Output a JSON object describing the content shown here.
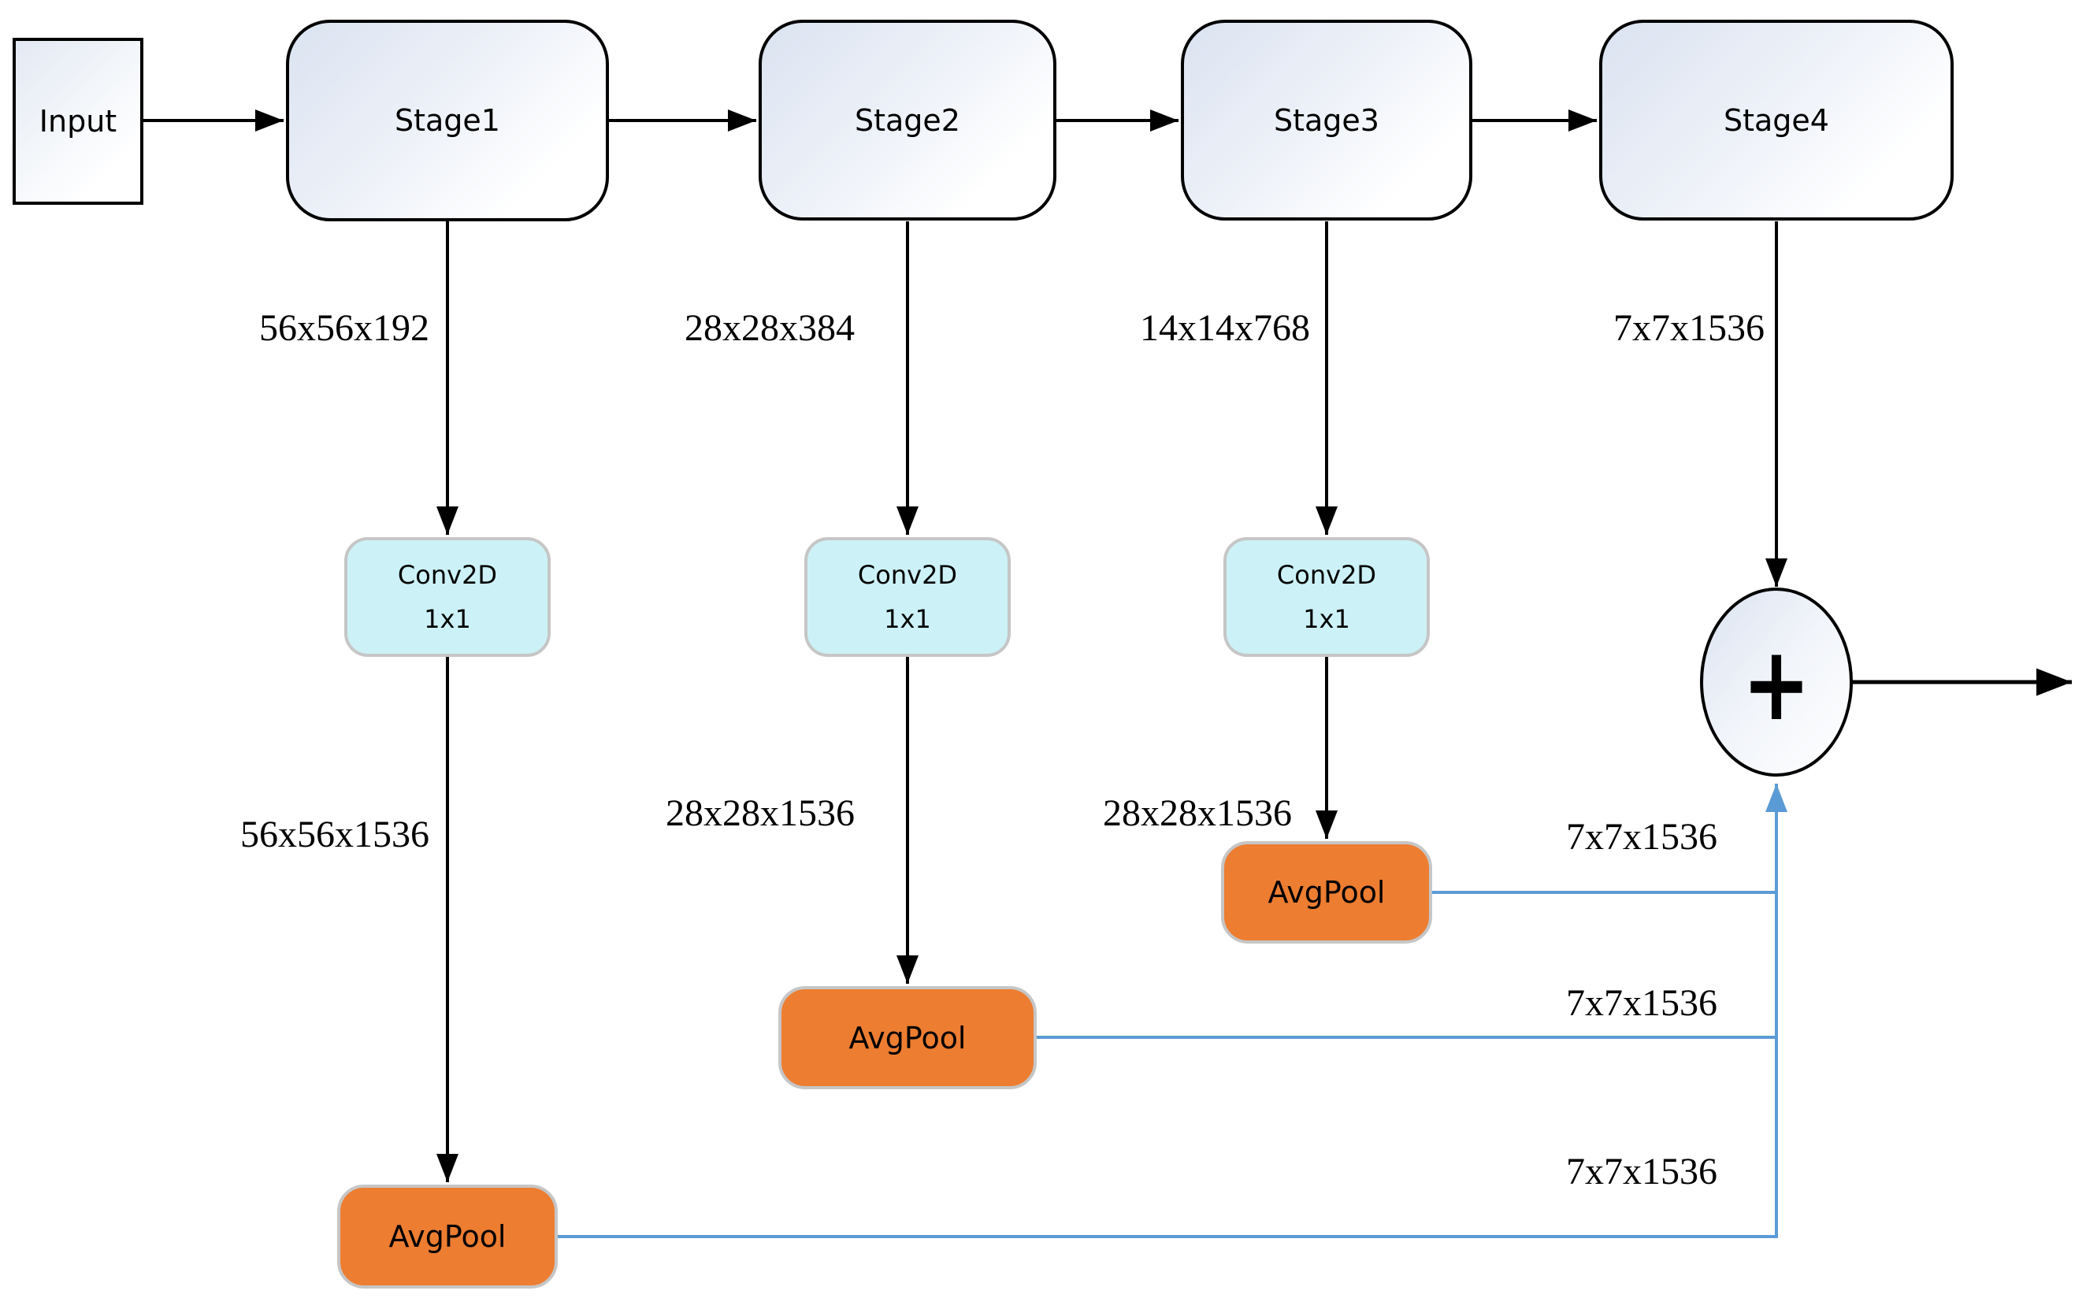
{
  "nodes": {
    "input": "Input",
    "stage1": "Stage1",
    "stage2": "Stage2",
    "stage3": "Stage3",
    "stage4": "Stage4",
    "conv1": {
      "title": "Conv2D",
      "kernel": "1x1"
    },
    "conv2": {
      "title": "Conv2D",
      "kernel": "1x1"
    },
    "conv3": {
      "title": "Conv2D",
      "kernel": "1x1"
    },
    "avgpool1": "AvgPool",
    "avgpool2": "AvgPool",
    "avgpool3": "AvgPool",
    "sum": "+"
  },
  "dim_labels": {
    "stage1_out": "56x56x192",
    "stage2_out": "28x28x384",
    "stage3_out": "14x14x768",
    "stage4_out": "7x7x1536",
    "conv1_out": "56x56x1536",
    "conv2_out": "28x28x1536",
    "conv3_out": "28x28x1536",
    "branch_stage3": "7x7x1536",
    "branch_stage2": "7x7x1536",
    "branch_stage1": "7x7x1536"
  },
  "colors": {
    "avgpool_fill": "#ED7D31",
    "conv_fill": "#CCF2F7",
    "branch_line": "#5B9BD5",
    "arrow": "#000000",
    "node_gradient_start": "#DBE3F1",
    "small_box_border": "#C6C6C6",
    "node_border": "#000000"
  }
}
